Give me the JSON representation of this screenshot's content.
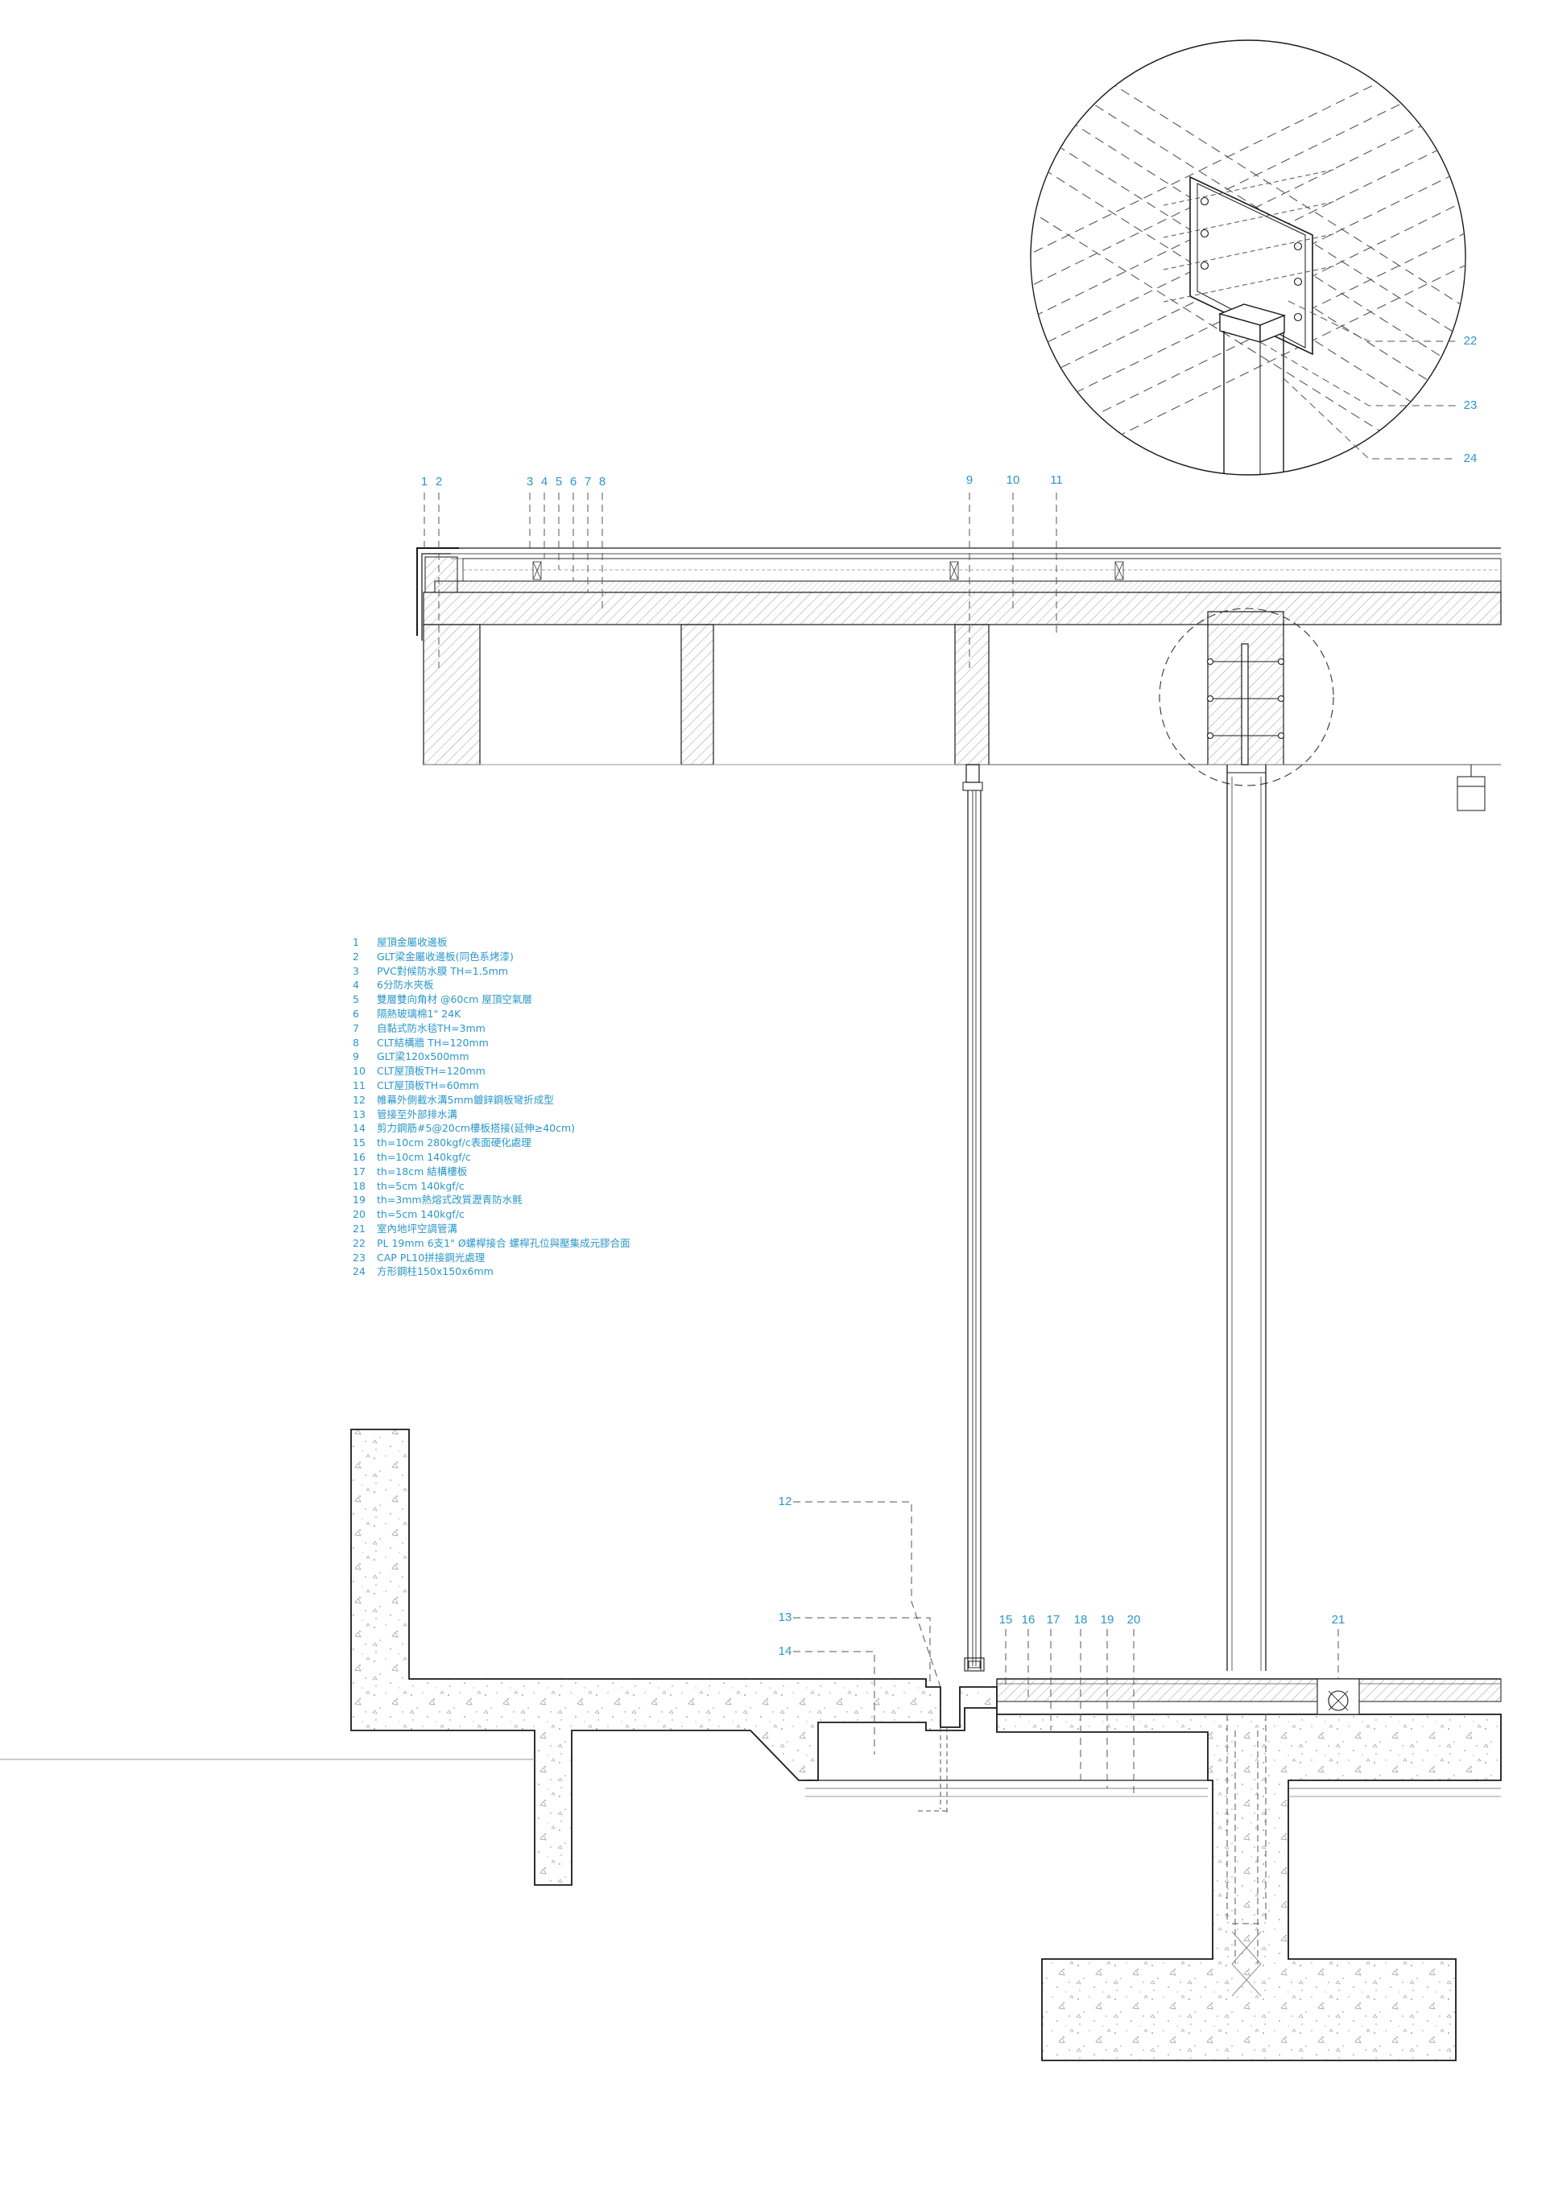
{
  "callouts": {
    "c1": "1",
    "c2": "2",
    "c3": "3",
    "c4": "4",
    "c5": "5",
    "c6": "6",
    "c7": "7",
    "c8": "8",
    "c9": "9",
    "c10": "10",
    "c11": "11",
    "c12": "12",
    "c13": "13",
    "c14": "14",
    "c15": "15",
    "c16": "16",
    "c17": "17",
    "c18": "18",
    "c19": "19",
    "c20": "20",
    "c21": "21",
    "c22": "22",
    "c23": "23",
    "c24": "24"
  },
  "legend": [
    {
      "num": "1",
      "text": "屋頂金屬收邊板"
    },
    {
      "num": "2",
      "text": "GLT梁金屬收邊板(同色系烤漆)"
    },
    {
      "num": "3",
      "text": "PVC對候防水膜 TH=1.5mm"
    },
    {
      "num": "4",
      "text": "6分防水夾板"
    },
    {
      "num": "5",
      "text": "雙層雙向角材 @60cm 屋頂空氣層"
    },
    {
      "num": "6",
      "text": "隔熱玻璃棉1\" 24K"
    },
    {
      "num": "7",
      "text": "自黏式防水毯TH=3mm"
    },
    {
      "num": "8",
      "text": "CLT結構牆 TH=120mm"
    },
    {
      "num": "9",
      "text": "GLT梁120x500mm"
    },
    {
      "num": "10",
      "text": "CLT屋頂板TH=120mm"
    },
    {
      "num": "11",
      "text": "CLT屋頂板TH=60mm"
    },
    {
      "num": "12",
      "text": "帷幕外側截水溝5mm鍍鋅鋼板彎折成型"
    },
    {
      "num": "13",
      "text": "管接至外部排水溝"
    },
    {
      "num": "14",
      "text": "剪力鋼筋#5@20cm樓板搭接(延伸≥40cm)"
    },
    {
      "num": "15",
      "text": "th=10cm 280kgf/c表面硬化處理"
    },
    {
      "num": "16",
      "text": "th=10cm 140kgf/c"
    },
    {
      "num": "17",
      "text": "th=18cm 結構樓板"
    },
    {
      "num": "18",
      "text": "th=5cm 140kgf/c"
    },
    {
      "num": "19",
      "text": "th=3mm熱熔式改質瀝青防水氈"
    },
    {
      "num": "20",
      "text": "th=5cm 140kgf/c"
    },
    {
      "num": "21",
      "text": "室內地坪空調管溝"
    },
    {
      "num": "22",
      "text": "PL 19mm 6支1\" Ø螺桿接合 螺桿孔位與壓集成元膠合面"
    },
    {
      "num": "23",
      "text": "CAP PL10拼接鋼光處理"
    },
    {
      "num": "24",
      "text": "方形鋼柱150x150x6mm"
    }
  ],
  "colors": {
    "annotation": "#2a97c9",
    "line": "#1a1a1a",
    "hatch": "#9a9a9a",
    "dashed": "#555555"
  }
}
